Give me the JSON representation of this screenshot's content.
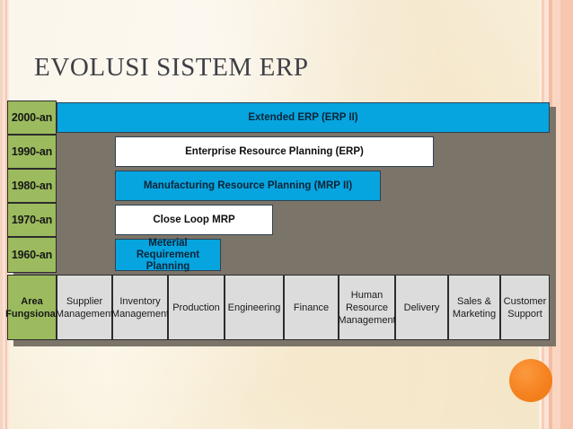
{
  "slide": {
    "title": "EVOLUSI SISTEM ERP",
    "accent_green": "#9CBB5E",
    "accent_blue": "#06A5E0",
    "accent_orange": "#F58220",
    "background": "#F7ECD5"
  },
  "chart_data": {
    "type": "bar",
    "title": "EVOLUSI SISTEM ERP",
    "xlabel": "",
    "ylabel": "",
    "orientation": "horizontal",
    "categories": [
      "2000-an",
      "1990-an",
      "1980-an",
      "1970-an",
      "1960-an"
    ],
    "series": [
      {
        "name": "Extended ERP (ERP II)",
        "decade": "2000-an",
        "fill": "blue",
        "start_pct": 0,
        "end_pct": 100
      },
      {
        "name": "Enterprise Resource Planning (ERP)",
        "decade": "1990-an",
        "fill": "white",
        "start_pct": 12,
        "end_pct": 78.5
      },
      {
        "name": "Manufacturing Resource Planning (MRP II)",
        "decade": "1980-an",
        "fill": "blue",
        "start_pct": 12,
        "end_pct": 68.5
      },
      {
        "name": "Close Loop MRP",
        "decade": "1970-an",
        "fill": "white",
        "start_pct": 12,
        "end_pct": 49
      },
      {
        "name": "Meterial Requirement Planning",
        "decade": "1960-an",
        "fill": "blue",
        "start_pct": 12,
        "end_pct": 39.5
      }
    ],
    "footer_label": "Area Fungsional",
    "functional_areas": [
      "Supplier Management",
      "Inventory Management",
      "Production",
      "Engineering",
      "Finance",
      "Human Resource Management",
      "Delivery",
      "Sales & Marketing",
      "Customer Support"
    ]
  },
  "rows": {
    "d0": "2000-an",
    "d1": "1990-an",
    "d2": "1980-an",
    "d3": "1970-an",
    "d4": "1960-an",
    "area_label": "Area Fungsional"
  },
  "bars": {
    "b0": "Extended ERP (ERP II)",
    "b1": "Enterprise Resource Planning (ERP)",
    "b2": "Manufacturing Resource Planning (MRP II)",
    "b3": "Close Loop MRP",
    "b4": "Meterial Requirement Planning"
  },
  "areas": {
    "a0": "Supplier Management",
    "a1": "Inventory Management",
    "a2": "Production",
    "a3": "Engineering",
    "a4": "Finance",
    "a5": "Human Resource Management",
    "a6": "Delivery",
    "a7": "Sales & Marketing",
    "a8": "Customer Support"
  }
}
